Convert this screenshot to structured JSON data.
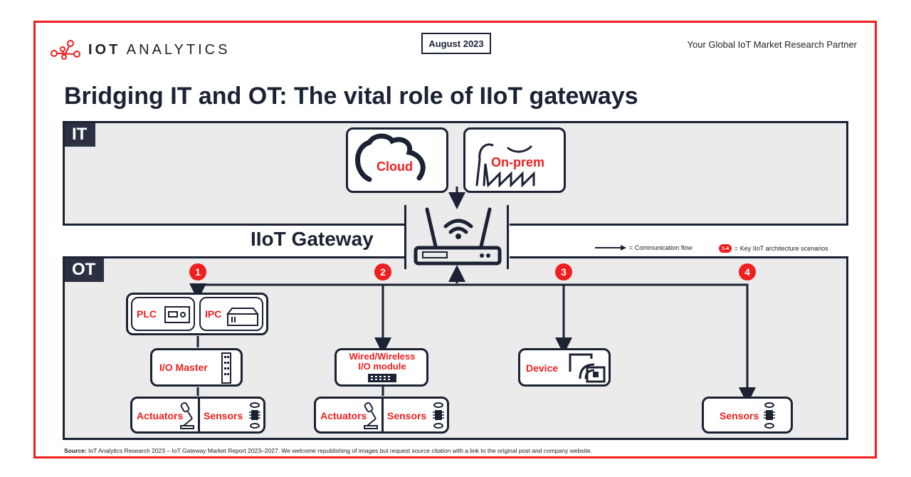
{
  "header": {
    "logo_strong": "IOT",
    "logo_light": "ANALYTICS",
    "date": "August 2023",
    "tagline": "Your Global IoT Market Research Partner"
  },
  "title": "Bridging IT and OT: The vital role of IIoT gateways",
  "it_zone": {
    "tag": "IT",
    "cloud_label": "Cloud",
    "onprem_label": "On-prem"
  },
  "gateway": {
    "label": "IIoT Gateway"
  },
  "legend": {
    "flow": "= Communication flow",
    "scenario_badge": "1-4",
    "scenarios": "= Key IIoT architecture scenarios"
  },
  "ot_zone": {
    "tag": "OT",
    "scenarios": [
      {
        "number": "1",
        "plc": "PLC",
        "ipc": "IPC",
        "io_master": "I/O Master",
        "actuators": "Actuators",
        "sensors": "Sensors"
      },
      {
        "number": "2",
        "io_module_line1": "Wired/Wireless",
        "io_module_line2": "I/O module",
        "actuators": "Actuators",
        "sensors": "Sensors"
      },
      {
        "number": "3",
        "device": "Device"
      },
      {
        "number": "4",
        "sensors": "Sensors"
      }
    ]
  },
  "colors": {
    "accent": "#f01e1e",
    "dark": "#1b2233",
    "zone_fill": "#ebebeb"
  },
  "source": {
    "label": "Source:",
    "text": "IoT Analytics Research 2023 – IoT Gateway Market Report 2023–2027. We welcome republishing of images but request source citation with a link to the original post and company website."
  }
}
